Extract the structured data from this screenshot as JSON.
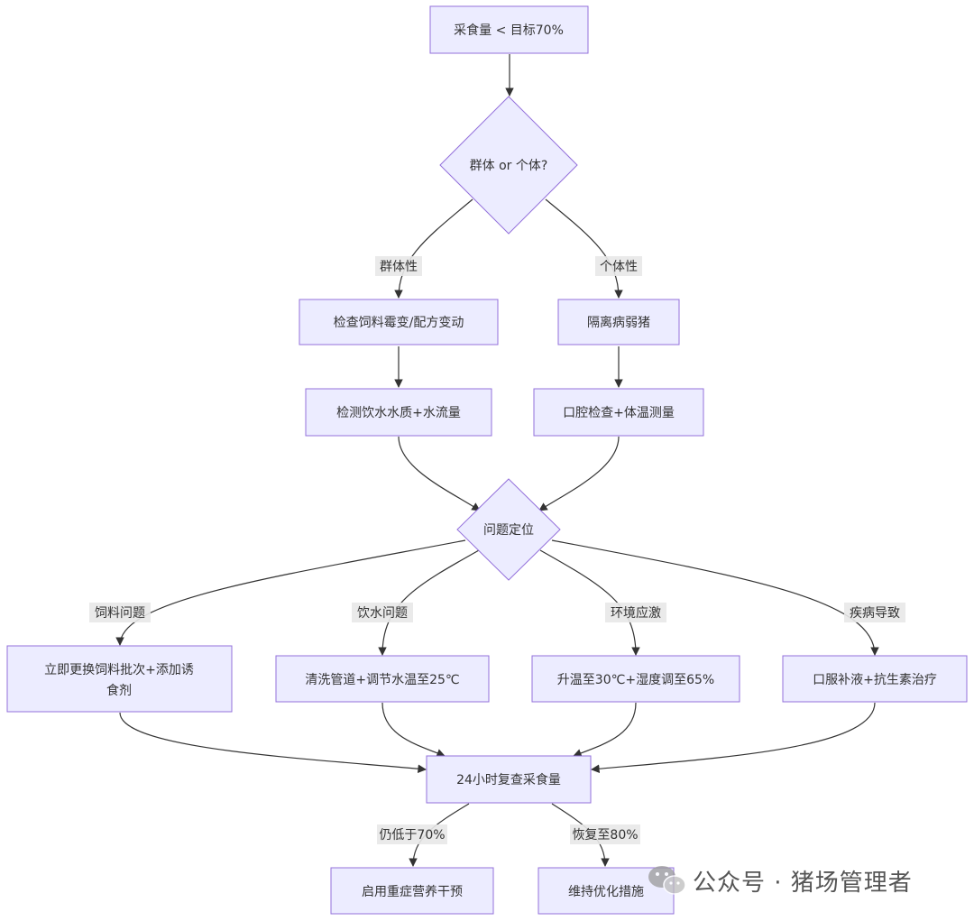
{
  "nodes": {
    "start": {
      "text": "采食量 < 目标70%"
    },
    "q1": {
      "text": "群体 or 个体?"
    },
    "a1": {
      "text": "检查饲料霉变/配方变动"
    },
    "a2": {
      "text": "检测饮水水质+水流量"
    },
    "b1": {
      "text": "隔离病弱猪"
    },
    "b2": {
      "text": "口腔检查+体温测量"
    },
    "q2": {
      "text": "问题定位"
    },
    "c1": {
      "line1": "立即更换饲料批次+添加诱",
      "line2": "食剂"
    },
    "c2": {
      "text": "清洗管道+调节水温至25℃"
    },
    "c3": {
      "text": "升温至30℃+湿度调至65%"
    },
    "c4": {
      "text": "口服补液+抗生素治疗"
    },
    "recheck": {
      "text": "24小时复查采食量"
    },
    "d1": {
      "text": "启用重症营养干预"
    },
    "d2": {
      "text": "维持优化措施"
    }
  },
  "edges": {
    "e_group": {
      "label": "群体性"
    },
    "e_indiv": {
      "label": "个体性"
    },
    "e_feed": {
      "label": "饲料问题"
    },
    "e_water": {
      "label": "饮水问题"
    },
    "e_env": {
      "label": "环境应激"
    },
    "e_disease": {
      "label": "疾病导致"
    },
    "e_low": {
      "label": "仍低于70%"
    },
    "e_recover": {
      "label": "恢复至80%"
    }
  },
  "watermark": {
    "text": "公众号 · 猪场管理者",
    "icon": "wechat-icon"
  },
  "colors": {
    "node_fill": "#ececff",
    "node_stroke": "#9370db",
    "edge": "#333333",
    "label_bg": "#e8e8e8"
  }
}
